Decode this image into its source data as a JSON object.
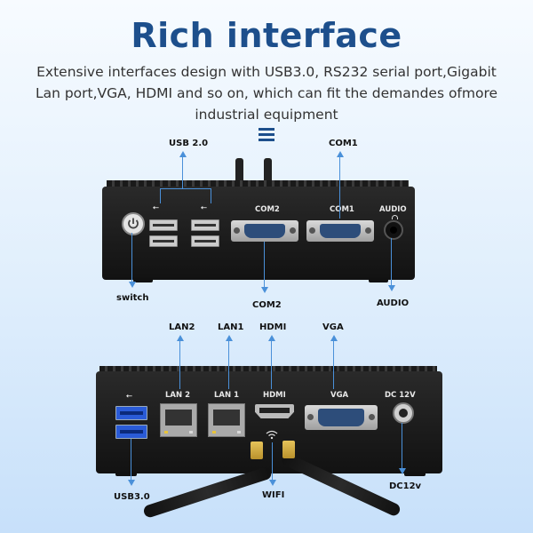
{
  "header": {
    "title": "Rich interface",
    "subtitle_lines": [
      "Extensive interfaces design with USB3.0, RS232 serial port,Gigabit",
      "Lan port,VGA, HDMI and so on, which can fit the demandes ofmore",
      "industrial equipment"
    ]
  },
  "device_top": {
    "callouts": {
      "usb20": "USB 2.0",
      "com1_top": "COM1",
      "switch": "switch",
      "com2_bottom": "COM2",
      "audio_bottom": "AUDIO"
    },
    "panel_labels": {
      "com2": "COM2",
      "com1": "COM1",
      "audio": "AUDIO"
    }
  },
  "device_bottom": {
    "callouts": {
      "lan2": "LAN2",
      "lan1": "LAN1",
      "hdmi": "HDMI",
      "vga": "VGA",
      "usb30": "USB3.0",
      "wifi": "WIFI",
      "dc12v": "DC12v"
    },
    "panel_labels": {
      "lan2": "LAN 2",
      "lan1": "LAN 1",
      "hdmi": "HDMI",
      "vga": "VGA",
      "dc": "DC 12V"
    }
  },
  "colors": {
    "title": "#1d4f8c",
    "callout_line": "#4a90d9",
    "chassis": "#1b1b1b",
    "usb3_blue": "#2a5bd7",
    "vga_blue": "#2d4d7a"
  },
  "icons": [
    "menu-icon",
    "power-icon",
    "usb-icon",
    "wifi-icon",
    "headphone-icon"
  ]
}
